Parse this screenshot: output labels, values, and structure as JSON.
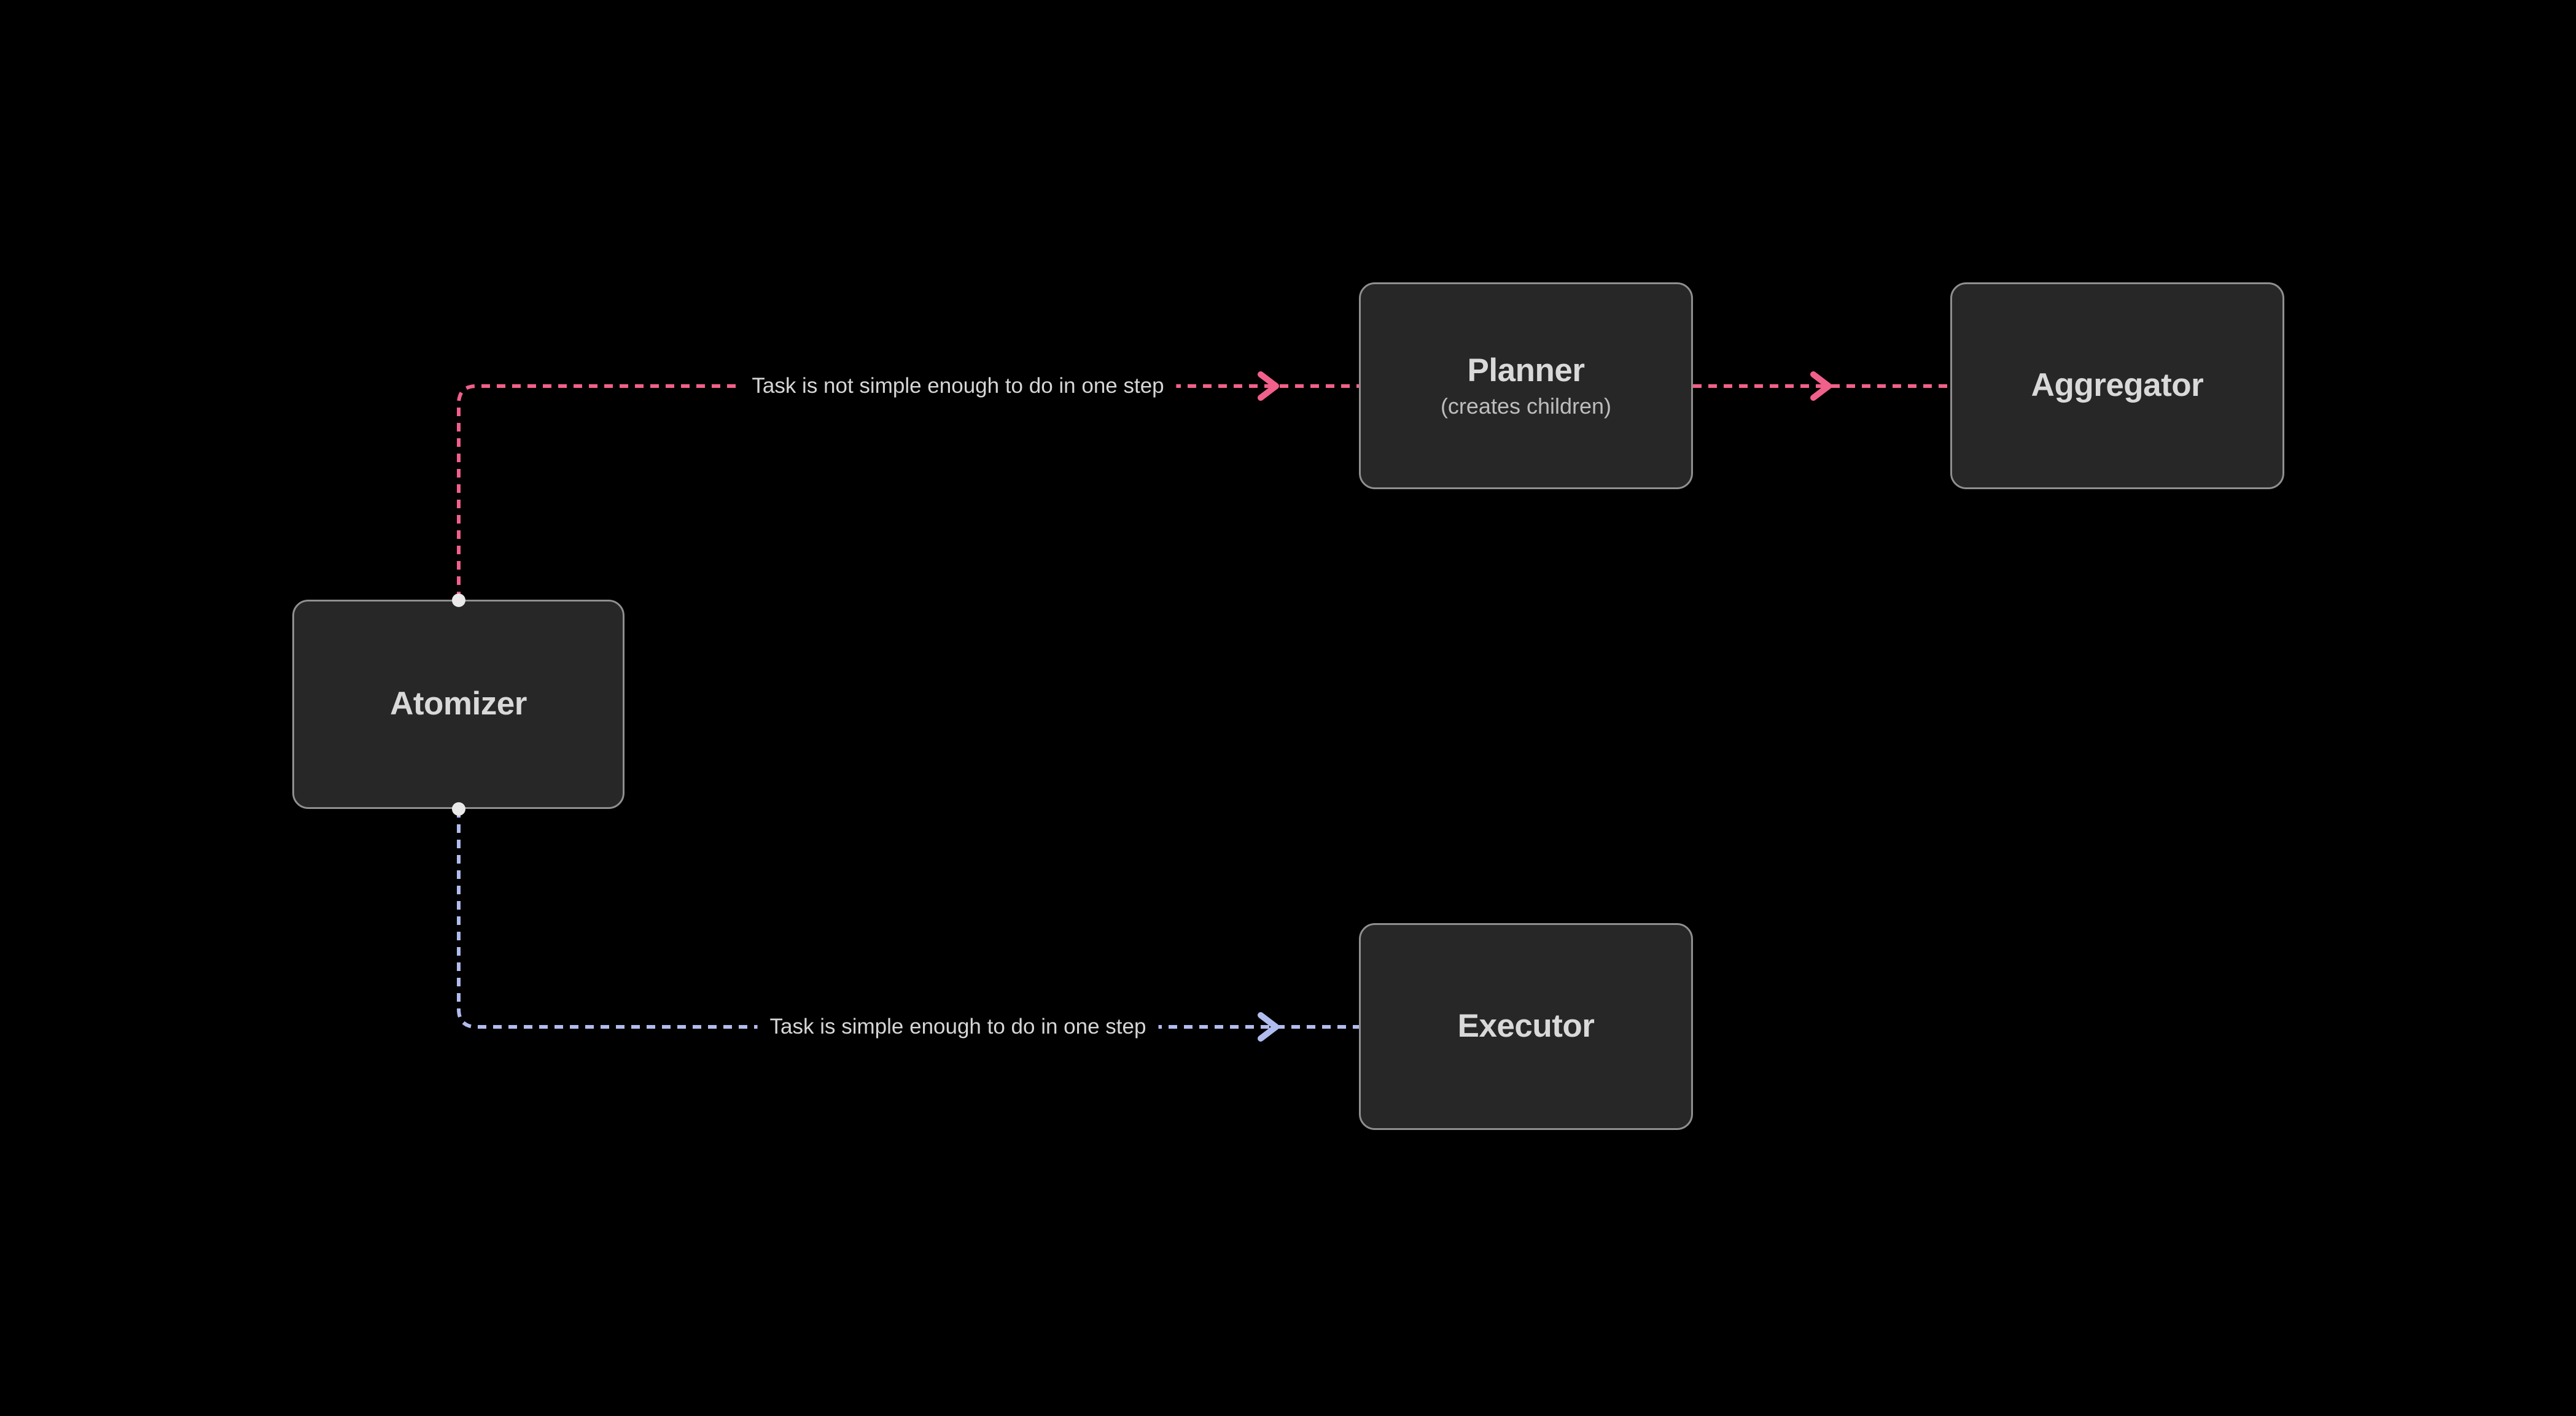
{
  "diagram": {
    "nodes": {
      "atomizer": {
        "title": "Atomizer"
      },
      "planner": {
        "title": "Planner",
        "subtitle": "(creates children)"
      },
      "aggregator": {
        "title": "Aggregator"
      },
      "executor": {
        "title": "Executor"
      }
    },
    "edges": {
      "atomizer_to_planner": {
        "label": "Task is not simple enough to do in one step",
        "color": "#f1608a",
        "style": "dashed"
      },
      "planner_to_aggregator": {
        "color": "#f1608a",
        "style": "dashed"
      },
      "atomizer_to_executor": {
        "label": "Task is simple enough to do in one step",
        "color": "#b1bcee",
        "style": "dashed"
      }
    },
    "colors": {
      "background": "#000000",
      "node_fill": "#272727",
      "node_border": "#8f8f8f",
      "node_title": "#d9d9d9",
      "node_subtitle": "#bdbdbd",
      "edge_label_text": "#d6d6d6",
      "connection_handle": "#e9e9e9"
    }
  }
}
